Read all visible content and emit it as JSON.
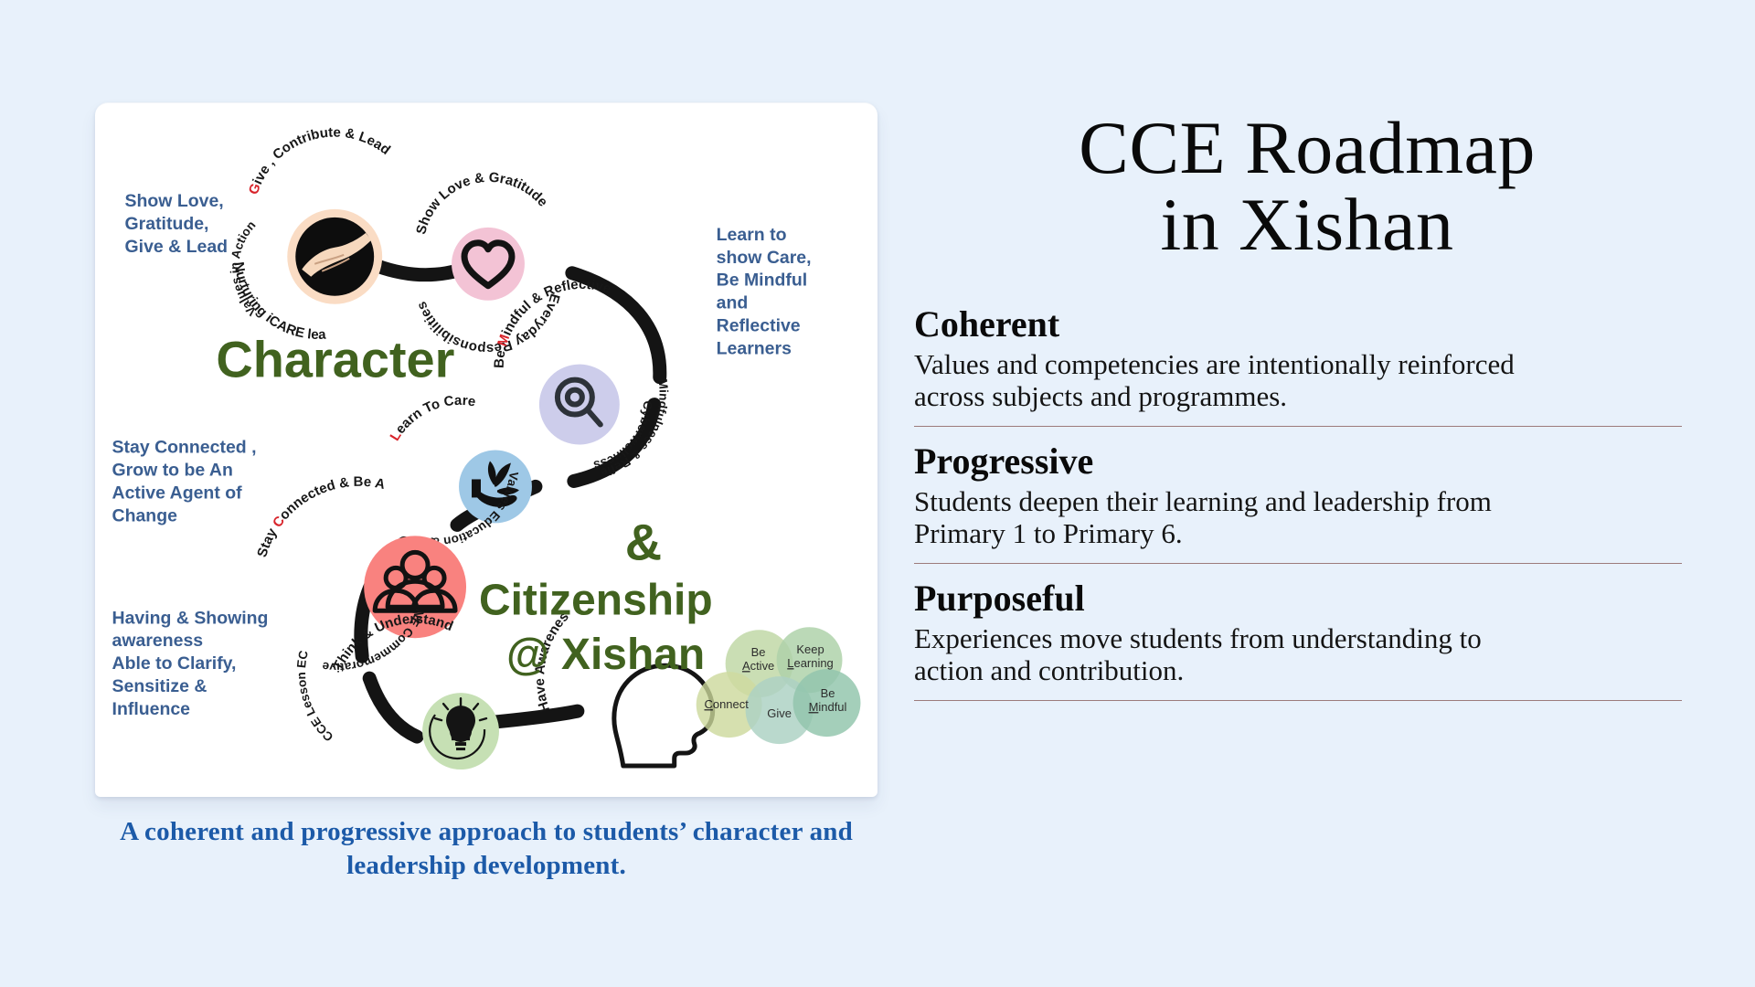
{
  "slide": {
    "background_color": "#e8f1fb",
    "title": "CCE Roadmap\nin Xishan"
  },
  "pillars": [
    {
      "title": "Coherent",
      "body": "Values and competencies are intentionally reinforced\nacross subjects and programmes."
    },
    {
      "title": "Progressive",
      "body": "Students deepen their learning and leadership from\nPrimary 1 to Primary 6."
    },
    {
      "title": "Purposeful",
      "body": "Experiences move students from understanding to\naction and contribution."
    }
  ],
  "diagram": {
    "caption": "A coherent and progressive approach to students’\ncharacter and leadership development.",
    "headline_character": "Character",
    "headline_ampersand": "&",
    "headline_citizenship": "Citizenship",
    "headline_at_xishan": "@ Xishan",
    "headline_color": "#41621f",
    "side_notes": [
      {
        "name": "show-love-gratitude-give-lead",
        "lines": [
          "Show Love,",
          "Gratitude,",
          "Give & Lead"
        ]
      },
      {
        "name": "learn-to-show-care",
        "lines": [
          "Learn to",
          "show Care,",
          "Be Mindful",
          "and",
          "Reflective",
          "Learners"
        ]
      },
      {
        "name": "stay-connected-grow",
        "lines": [
          "Stay Connected ,",
          "Grow to be An",
          "Active Agent of",
          "Change"
        ]
      },
      {
        "name": "having-showing-awareness",
        "lines": [
          "Having & Showing",
          "awareness",
          "Able to Clarify,",
          "Sensitize &",
          "Influence"
        ]
      }
    ],
    "side_note_color": "#3a5e91",
    "nodes": [
      {
        "name": "give-contribute-lead",
        "top_label": "Give , Contribute & Lead",
        "bottom_label": "Nurturing iCARE leaders",
        "inner_label": "Values in Action",
        "icon": "handshake-icon",
        "color": "#fadcc4"
      },
      {
        "name": "show-love-gratitude",
        "top_label": "Show Love & Gratitude",
        "bottom_label": "Everyday Responsibilities",
        "icon": "heart-icon",
        "color": "#f3c3d5"
      },
      {
        "name": "be-mindful-reflective",
        "top_label": "Be Mindful & Reflective",
        "bottom_label": "Mindfulness & Reflection Journal",
        "inner_label": "Cyberwellness",
        "icon": "magnifier-icon",
        "color": "#cdcdeb"
      },
      {
        "name": "learn-to-care",
        "top_label": "Learn To Care",
        "bottom_label": "Values Education & Sexuality Education",
        "icon": "plant-in-hand-icon",
        "color": "#9ec8e6"
      },
      {
        "name": "stay-connected-active-agent",
        "top_label": "Stay Connected & Be An Active Agent",
        "bottom_label": "NE Commemorative Events & FTGP",
        "icon": "people-group-icon",
        "color": "#f9827f"
      },
      {
        "name": "think-understand",
        "top_label": "Think & Understand",
        "bottom_label": "CCE Lesson   ECG",
        "icon": "lightbulb-icon",
        "color": "#c6e0b4"
      },
      {
        "name": "have-awareness",
        "top_label": "Have Awareness",
        "icon": "head-profile-icon",
        "color": "#ffffff"
      }
    ],
    "wellbeing_venn": {
      "name": "wellbeing-venn",
      "circles": [
        {
          "label": "Be\nActive",
          "highlight": "A",
          "color": "#bcd6a0"
        },
        {
          "label": "Keep\nLearning",
          "highlight": "L",
          "color": "#a9cfa4"
        },
        {
          "label": "Connect",
          "highlight": "C",
          "color": "#cbd89a"
        },
        {
          "label": "Give",
          "highlight": "",
          "color": "#a8cfc0"
        },
        {
          "label": "Be\nMindful",
          "highlight": "M",
          "color": "#8cc2a8"
        }
      ]
    },
    "accent_color": "#d8232a",
    "arc_color": "#141414"
  }
}
